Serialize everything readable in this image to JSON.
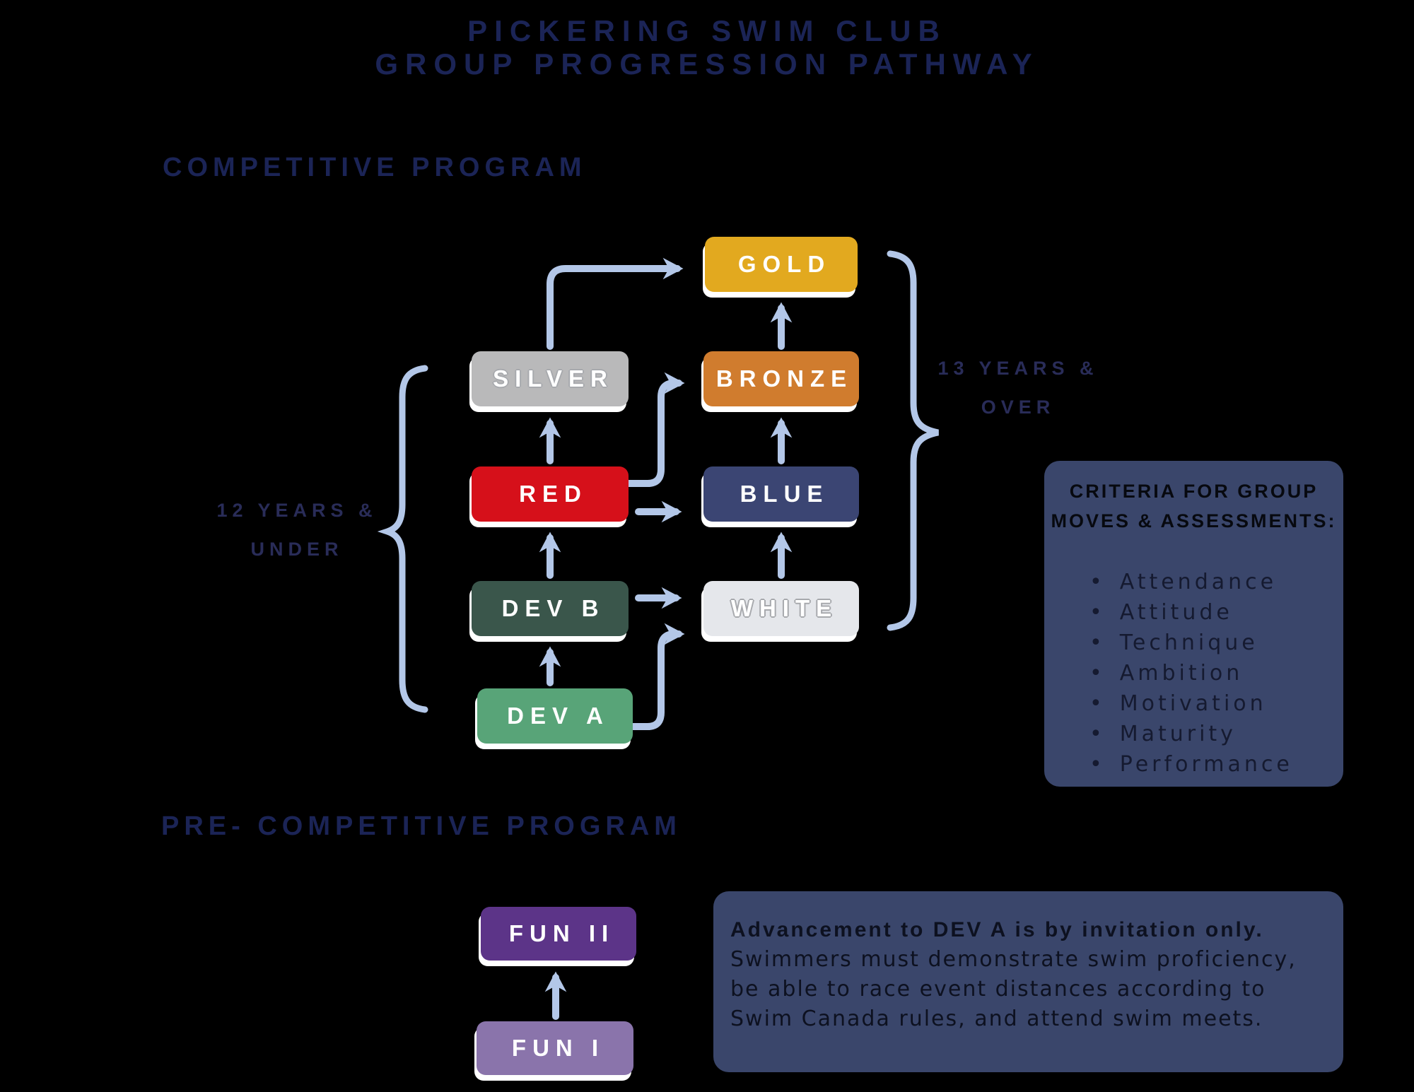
{
  "title": {
    "line1": "PICKERING SWIM CLUB",
    "line2": "GROUP PROGRESSION PATHWAY"
  },
  "sections": {
    "competitive_heading": "COMPETITIVE PROGRAM",
    "pre_competitive_heading": "PRE- COMPETITIVE PROGRAM"
  },
  "age_brackets": {
    "left": {
      "line1": "12 YEARS &",
      "line2": "UNDER"
    },
    "right": {
      "line1": "13 YEARS &",
      "line2": "OVER"
    }
  },
  "groups": {
    "gold": {
      "label": "GOLD",
      "color": "#E2A91F"
    },
    "silver": {
      "label": "SILVER",
      "color": "#B9B9BA"
    },
    "bronze": {
      "label": "BRONZE",
      "color": "#D07C2E"
    },
    "red": {
      "label": "RED",
      "color": "#D6101A"
    },
    "blue": {
      "label": "BLUE",
      "color": "#3B4573"
    },
    "dev_b": {
      "label": "DEV B",
      "color": "#3A564B"
    },
    "white": {
      "label": "WHITE",
      "color": "#E5E7EB"
    },
    "dev_a": {
      "label": "DEV A",
      "color": "#58A478"
    },
    "fun_2": {
      "label": "FUN II",
      "color": "#5C3488"
    },
    "fun_1": {
      "label": "FUN I",
      "color": "#8A74AB"
    }
  },
  "criteria_panel": {
    "title_line1": "CRITERIA FOR GROUP",
    "title_line2": "MOVES & ASSESSMENTS:",
    "items": [
      "Attendance",
      "Attitude",
      "Technique",
      "Ambition",
      "Motivation",
      "Maturity",
      "Performance"
    ]
  },
  "advancement_note": {
    "line1_bold": "Advancement to DEV A is by invitation only.",
    "line2": "Swimmers must demonstrate swim proficiency,",
    "line3": "be able to race event distances according to",
    "line4": "Swim Canada rules, and attend swim meets."
  },
  "colors": {
    "background": "#000000",
    "heading_navy": "#1B2456",
    "age_label_navy": "#292C58",
    "arrow_blue": "#B3C7E8",
    "panel_navy": "#3A466B",
    "panel_text_dark": "#0D1120",
    "box_text": "#FFFFFF"
  }
}
